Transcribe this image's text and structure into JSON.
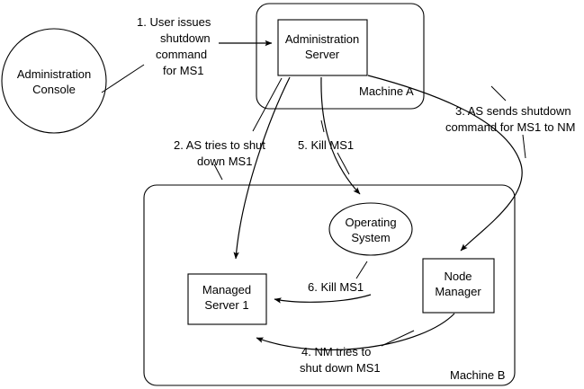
{
  "diagram": {
    "title": "Server shutdown sequence diagram",
    "background_color": "#ffffff",
    "stroke_color": "#000000",
    "nodes": [
      {
        "id": "admin-console",
        "shape": "circle",
        "line1": "Administration",
        "line2": "Console"
      },
      {
        "id": "admin-server",
        "shape": "rectangle",
        "line1": "Administration",
        "line2": "Server"
      },
      {
        "id": "managed-server-1",
        "shape": "rectangle",
        "line1": "Managed",
        "line2": "Server 1"
      },
      {
        "id": "node-manager",
        "shape": "rectangle",
        "line1": "Node",
        "line2": "Manager"
      },
      {
        "id": "operating-system",
        "shape": "ellipse",
        "line1": "Operating",
        "line2": "System"
      }
    ],
    "containers": [
      {
        "id": "machine-a",
        "label": "Machine A"
      },
      {
        "id": "machine-b",
        "label": "Machine B"
      }
    ],
    "steps": [
      {
        "number": "1.",
        "id": "step-1",
        "lines": [
          "1.  User issues",
          "shutdown",
          "command",
          "for MS1"
        ]
      },
      {
        "number": "2.",
        "id": "step-2",
        "lines": [
          "2.  AS tries to shut",
          "down MS1"
        ]
      },
      {
        "number": "3.",
        "id": "step-3",
        "lines": [
          "3. AS sends shutdown",
          "command for MS1 to NM"
        ]
      },
      {
        "number": "4.",
        "id": "step-4",
        "lines": [
          "4. NM tries to",
          "shut down MS1"
        ]
      },
      {
        "number": "5.",
        "id": "step-5",
        "lines": [
          "5. Kill MS1"
        ]
      },
      {
        "number": "6.",
        "id": "step-6",
        "lines": [
          "6. Kill MS1"
        ]
      }
    ]
  }
}
